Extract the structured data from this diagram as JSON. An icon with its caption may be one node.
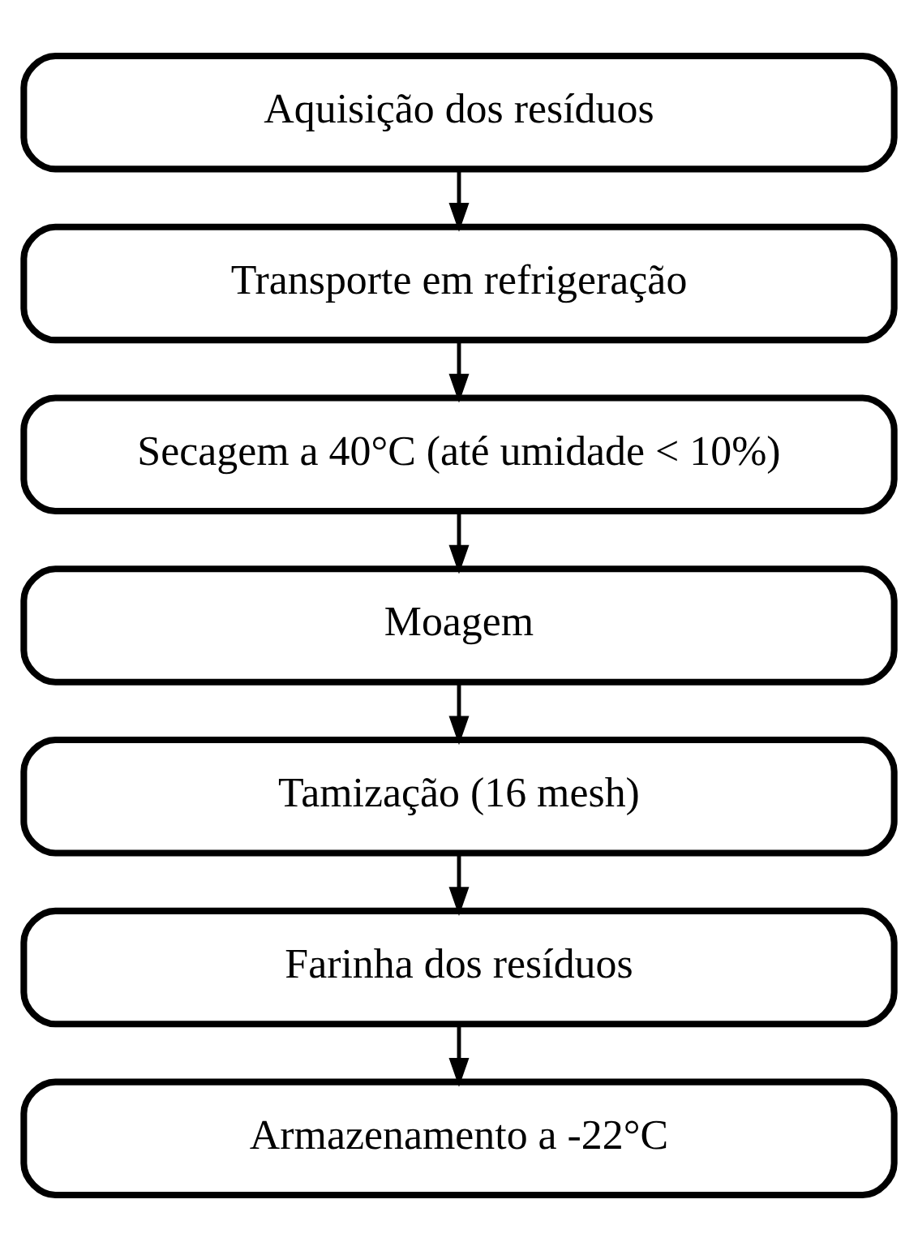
{
  "diagram": {
    "nodes": [
      {
        "text": [
          "Aquisição dos resíduos"
        ]
      },
      {
        "text": [
          "Transporte em refrigeração"
        ]
      },
      {
        "text": [
          "Secagem a 40°C (até umidade < 10%)"
        ]
      },
      {
        "text": [
          "Moagem"
        ]
      },
      {
        "text": [
          "Tamização (16 mesh)"
        ]
      },
      {
        "text": [
          "Farinha dos resíduos"
        ]
      },
      {
        "text": [
          "Armazenamento a -22°C"
        ]
      }
    ],
    "edges": [
      {
        "from": 0,
        "to": 1,
        "arrow": "to"
      },
      {
        "from": 1,
        "to": 2,
        "arrow": "to"
      },
      {
        "from": 2,
        "to": 3,
        "arrow": "to"
      },
      {
        "from": 3,
        "to": 4,
        "arrow": "to"
      },
      {
        "from": 4,
        "to": 5,
        "arrow": "to"
      },
      {
        "from": 5,
        "to": 6,
        "arrow": "to"
      }
    ]
  }
}
